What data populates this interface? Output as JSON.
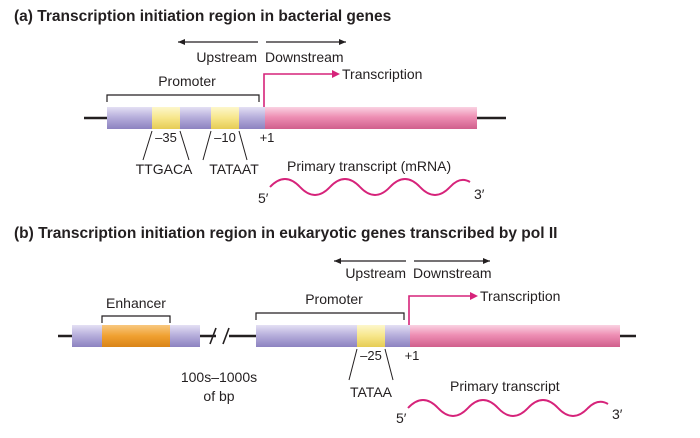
{
  "panel_a": {
    "title": "(a)  Transcription initiation region in bacterial genes",
    "upstream": "Upstream",
    "downstream": "Downstream",
    "promoter": "Promoter",
    "transcription": "Transcription",
    "minus35": "–35",
    "minus10": "–10",
    "plus1": "+1",
    "seq35": "TTGACA",
    "seq10": "TATAAT",
    "primary_transcript": "Primary transcript (mRNA)",
    "five_prime": "5′",
    "three_prime": "3′"
  },
  "panel_b": {
    "title": "(b)  Transcription initiation region in eukaryotic genes transcribed by pol II",
    "upstream": "Upstream",
    "downstream": "Downstream",
    "enhancer": "Enhancer",
    "promoter": "Promoter",
    "transcription": "Transcription",
    "minus25": "–25",
    "plus1": "+1",
    "distance_line1": "100s–1000s",
    "distance_line2": "of bp",
    "tata": "TATAA",
    "primary_transcript": "Primary transcript",
    "five_prime": "5′",
    "three_prime": "3′"
  },
  "colors": {
    "promoter_region": "#b8b0dc",
    "transcribed_region": "#ee8fb4",
    "box_element": "#f7e68a",
    "enhancer": "#f0a030",
    "arrow": "#d6237a",
    "transcript": "#d6237a",
    "line": "#231f20"
  }
}
